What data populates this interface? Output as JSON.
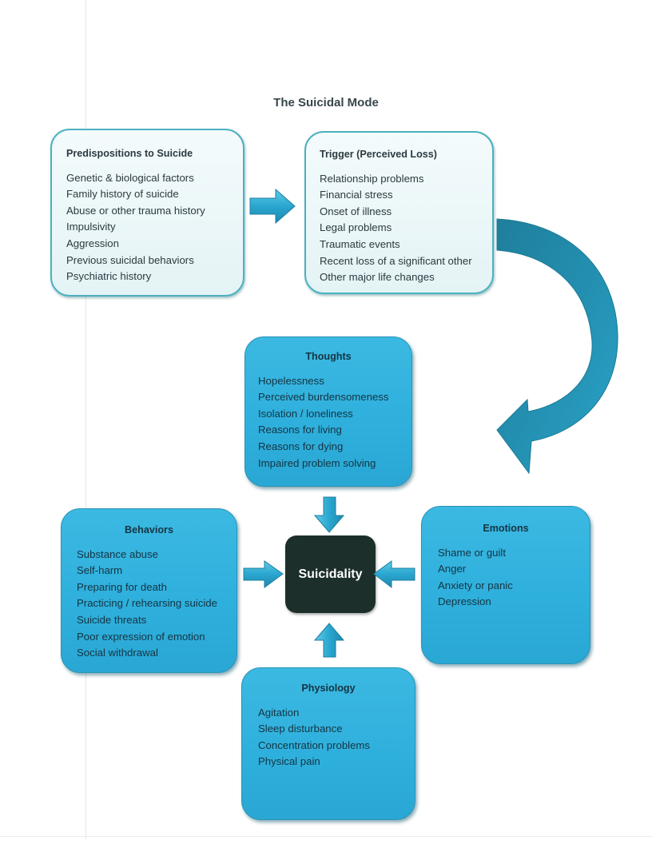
{
  "title": "The Suicidal Mode",
  "predispositions": {
    "heading": "Predispositions to Suicide",
    "items": [
      "Genetic & biological factors",
      "Family history of suicide",
      "Abuse or other trauma history",
      "Impulsivity",
      "Aggression",
      "Previous suicidal behaviors",
      "Psychiatric history"
    ]
  },
  "trigger": {
    "heading": "Trigger (Perceived Loss)",
    "items": [
      "Relationship problems",
      "Financial stress",
      "Onset of illness",
      "Legal problems",
      "Traumatic events",
      "Recent loss of a significant other",
      "Other major life changes"
    ]
  },
  "thoughts": {
    "heading": "Thoughts",
    "items": [
      "Hopelessness",
      "Perceived burdensomeness",
      "Isolation / loneliness",
      "Reasons for living",
      "Reasons for dying",
      "Impaired problem solving"
    ]
  },
  "behaviors": {
    "heading": "Behaviors",
    "items": [
      "Substance abuse",
      "Self-harm",
      "Preparing for death",
      "Practicing / rehearsing suicide",
      "Suicide threats",
      "Poor expression of emotion",
      "Social withdrawal"
    ]
  },
  "emotions": {
    "heading": "Emotions",
    "items": [
      "Shame or guilt",
      "Anger",
      "Anxiety or panic",
      "Depression"
    ]
  },
  "physiology": {
    "heading": "Physiology",
    "items": [
      "Agitation",
      "Sleep disturbance",
      "Concentration problems",
      "Physical pain"
    ]
  },
  "center": {
    "label": "Suicidality"
  },
  "colors": {
    "box_blue": "#31b2de",
    "box_light": "#eaf6f8",
    "arrow": "#2aa3cc",
    "curved_arrow": "#238fb0",
    "center": "#1c2f2b"
  }
}
